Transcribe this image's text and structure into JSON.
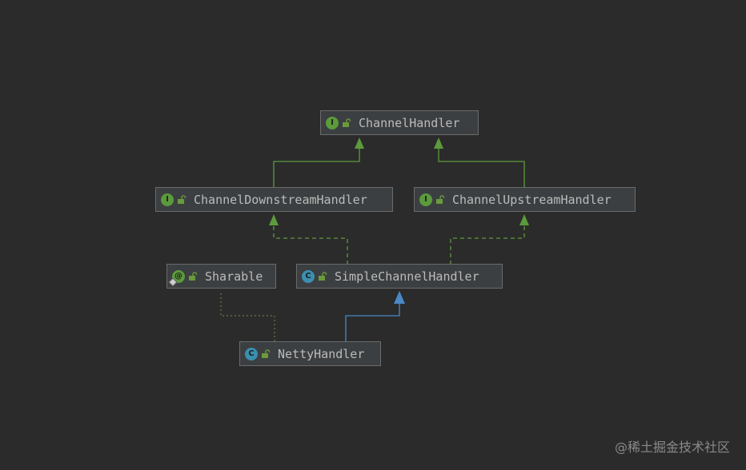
{
  "nodes": {
    "channel_handler": {
      "label": "ChannelHandler",
      "kind_letter": "I"
    },
    "channel_downstream_handler": {
      "label": "ChannelDownstreamHandler",
      "kind_letter": "I"
    },
    "channel_upstream_handler": {
      "label": "ChannelUpstreamHandler",
      "kind_letter": "I"
    },
    "sharable": {
      "label": "Sharable",
      "kind_letter": "@"
    },
    "simple_channel_handler": {
      "label": "SimpleChannelHandler",
      "kind_letter": "C"
    },
    "netty_handler": {
      "label": "NettyHandler",
      "kind_letter": "C"
    }
  },
  "colors": {
    "background": "#2b2b2b",
    "interface_extends_edge": "#5c9a3c",
    "class_extends_edge": "#4a88c7",
    "annotation_edge": "#6e7a3c"
  },
  "watermark": "@稀土掘金技术社区"
}
